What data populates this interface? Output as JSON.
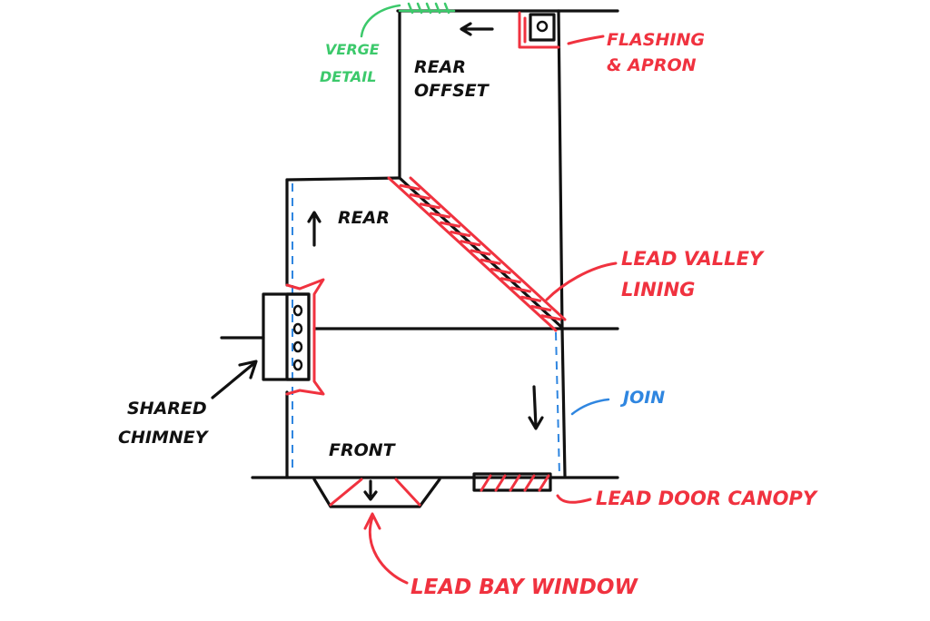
{
  "labels": {
    "rear_offset_line1": "REAR",
    "rear_offset_line2": "OFFSET",
    "rear": "REAR",
    "front": "FRONT",
    "verge_line1": "VERGE",
    "verge_line2": "DETAIL",
    "flashing_line1": "FLASHING",
    "flashing_line2": "& APRON",
    "valley_line1": "LEAD VALLEY",
    "valley_line2": "LINING",
    "join": "JOIN",
    "chimney_line1": "SHARED",
    "chimney_line2": "CHIMNEY",
    "door_canopy": "LEAD DOOR CANOPY",
    "bay_window": "LEAD BAY WINDOW"
  },
  "colors": {
    "ink": "#111111",
    "lead": "#f0323f",
    "verge": "#3cc96b",
    "join": "#2f86e0"
  },
  "icons": [
    "arrow-left-icon",
    "arrow-up-icon",
    "arrow-down-icon",
    "chimney-pots-icon"
  ]
}
